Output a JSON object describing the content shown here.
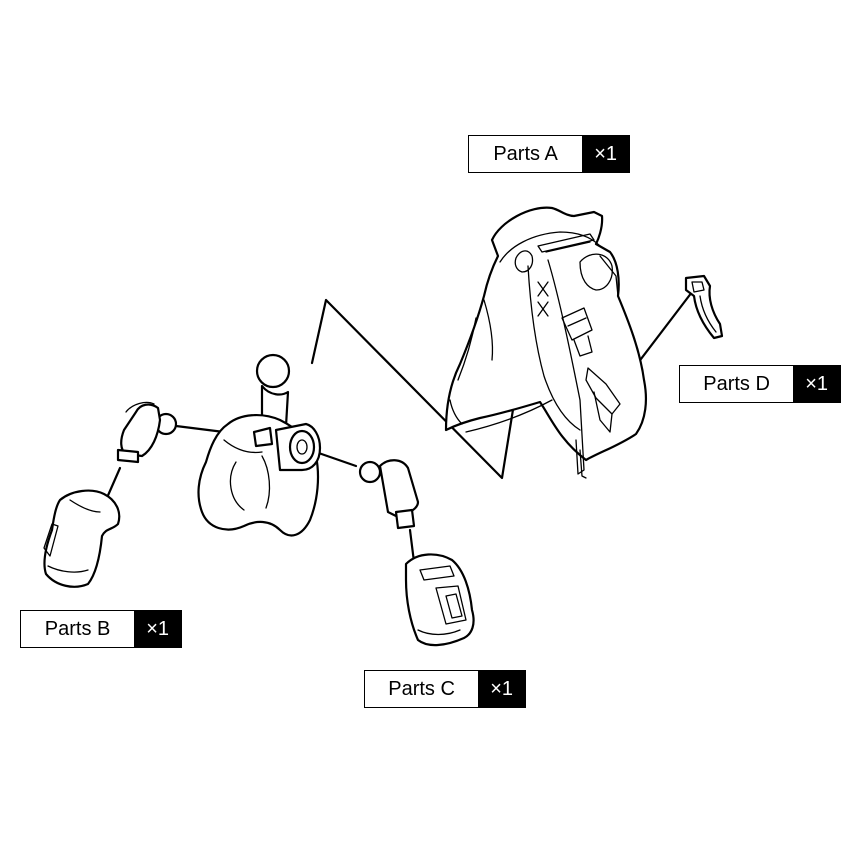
{
  "labels": {
    "a": {
      "name": "Parts A",
      "qty": "×1"
    },
    "b": {
      "name": "Parts B",
      "qty": "×1"
    },
    "c": {
      "name": "Parts C",
      "qty": "×1"
    },
    "d": {
      "name": "Parts D",
      "qty": "×1"
    }
  }
}
